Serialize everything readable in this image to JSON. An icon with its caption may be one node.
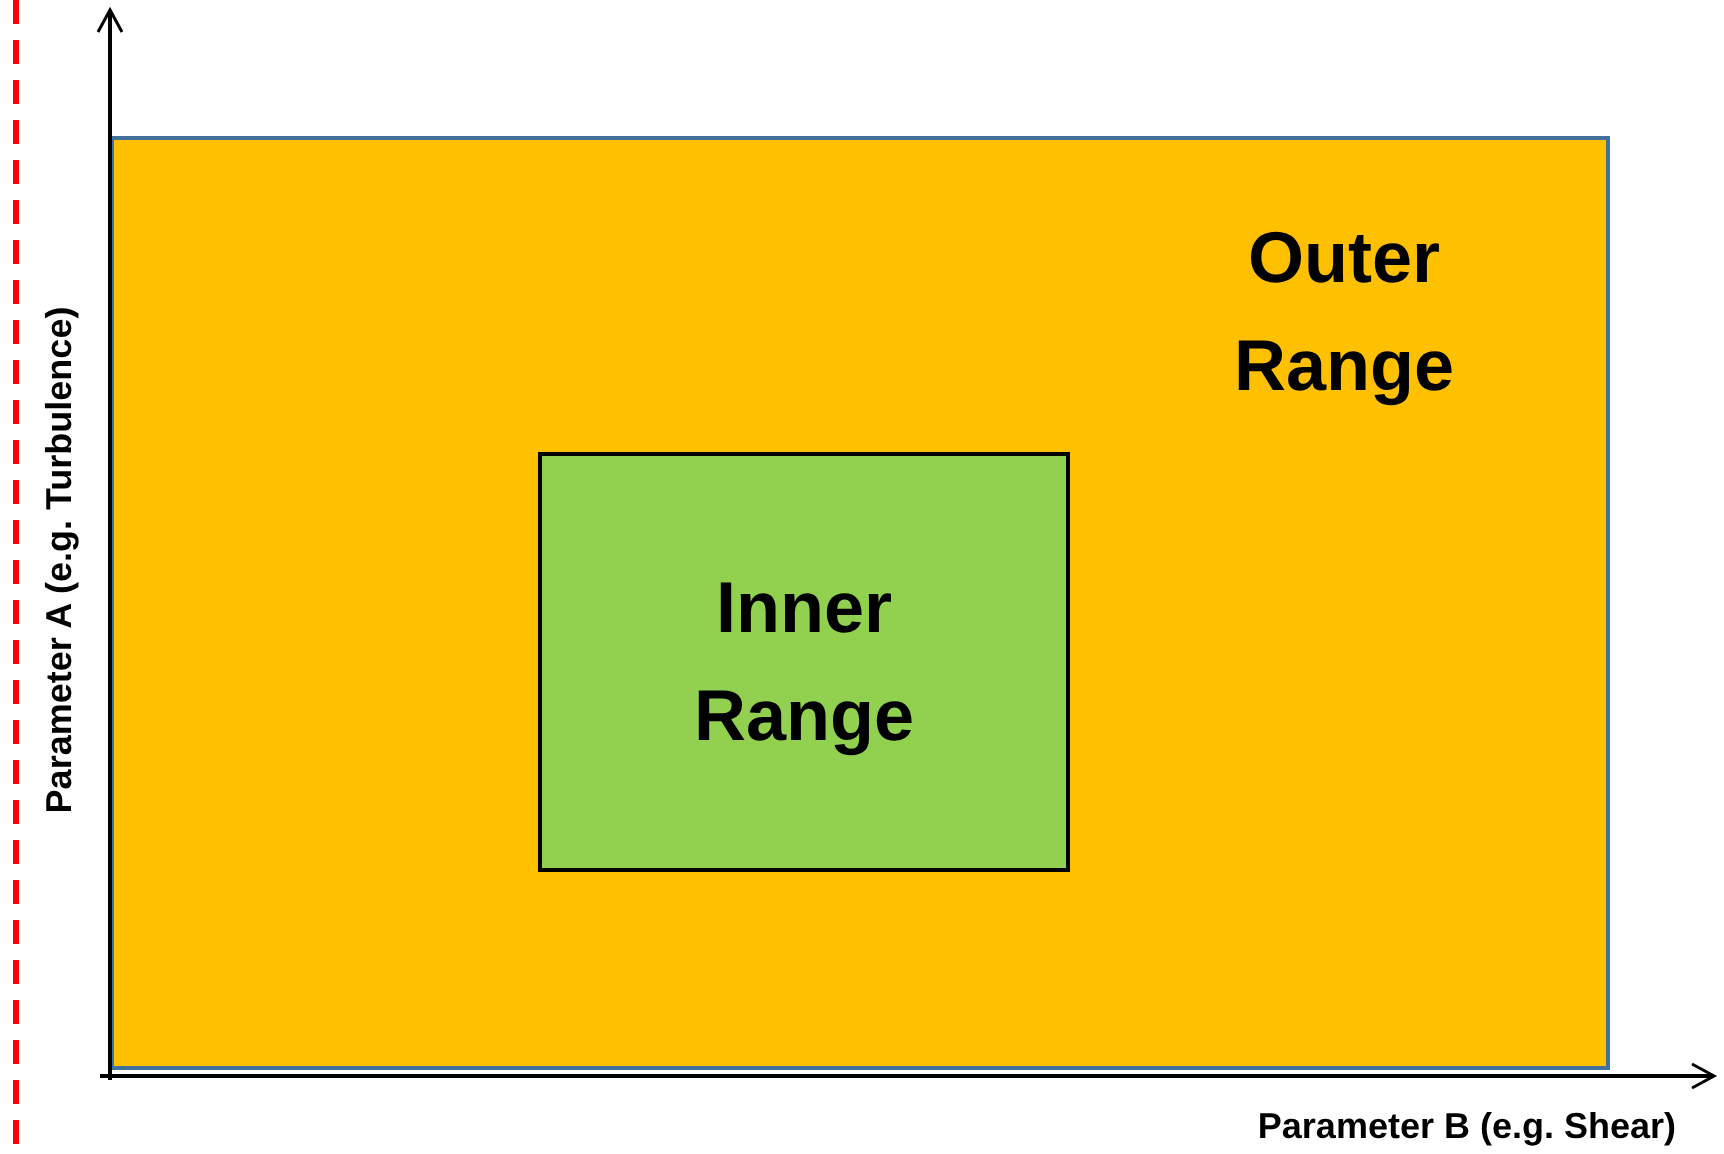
{
  "diagram": {
    "nodes": [
      {
        "text": [
          "Outer Range"
        ]
      },
      {
        "text": [
          "Inner Range"
        ],
        "in": 0
      }
    ],
    "labels": [
      "Parameter A (e.g. Turbulence)",
      "Parameter B (e.g. Shear)"
    ]
  }
}
